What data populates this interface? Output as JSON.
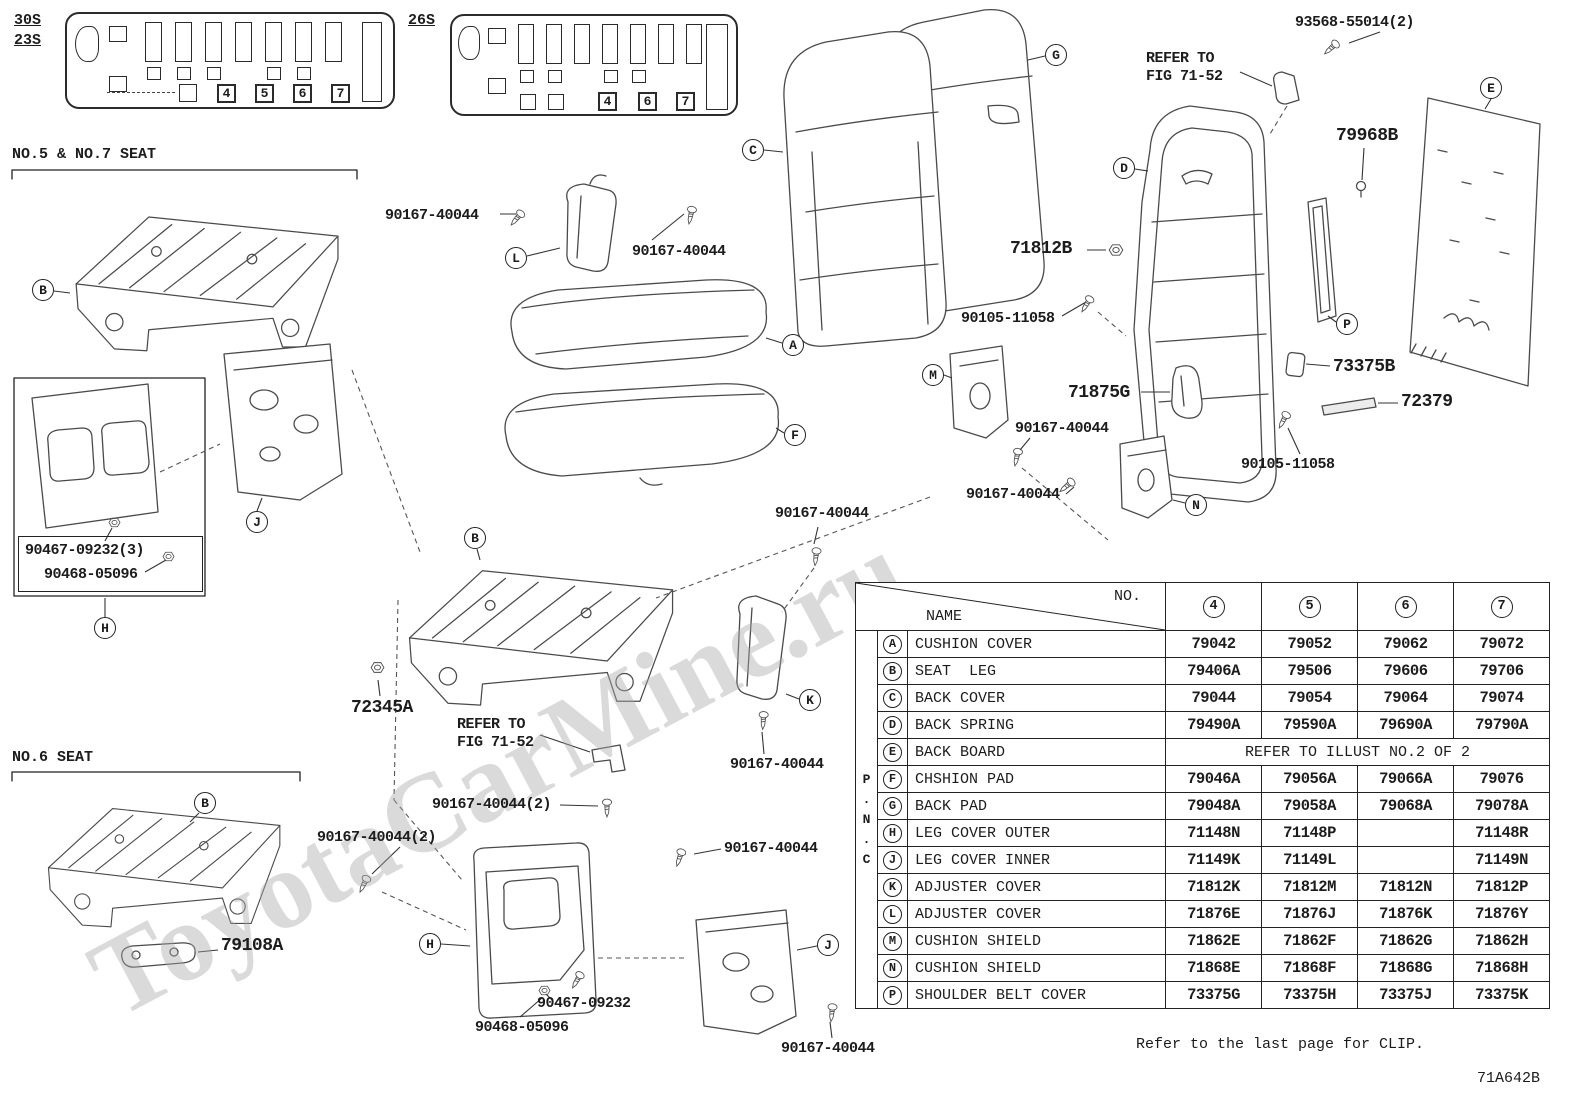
{
  "page": {
    "footer_note": "Refer to the last page for CLIP.",
    "doc_code": "71A642B",
    "watermark": "ToyotaCarMine.ru"
  },
  "seat_maps": {
    "left": {
      "label_line1": "30S",
      "label_line2": "23S",
      "numbered_seats": [
        "4",
        "5",
        "6",
        "7"
      ]
    },
    "right": {
      "label": "26S",
      "numbered_seats": [
        "4",
        "6",
        "7"
      ]
    }
  },
  "sections": {
    "no5_no7_title": "NO.5 & NO.7 SEAT",
    "no6_title": "NO.6 SEAT"
  },
  "callouts": [
    "90167-40044",
    "90167-40044",
    "93568-55014(2)",
    "REFER TO\nFIG 71-52",
    "79968B",
    "71812B",
    "90105-11058",
    "71875G",
    "73375B",
    "72379",
    "90167-40044",
    "90167-40044",
    "90105-11058",
    "90167-40044",
    "90467-09232(3)",
    "90468-05096",
    "72345A",
    "REFER TO\nFIG 71-52",
    "90167-40044",
    "90167-40044(2)",
    "90167-40044(2)",
    "90167-40044",
    "79108A",
    "90467-09232",
    "90468-05096",
    "90167-40044"
  ],
  "balloons": [
    "G",
    "C",
    "E",
    "D",
    "B",
    "L",
    "A",
    "F",
    "M",
    "P",
    "J",
    "H",
    "B",
    "K",
    "N",
    "B",
    "H",
    "J"
  ],
  "table": {
    "name_header": "NAME",
    "no_header": "NO.",
    "pnc_letters": [
      "P",
      ".",
      "N",
      ".",
      "C"
    ],
    "columns": [
      "4",
      "5",
      "6",
      "7"
    ],
    "rows": [
      {
        "letter": "A",
        "name": "CUSHION COVER",
        "values": [
          "79042",
          "79052",
          "79062",
          "79072"
        ]
      },
      {
        "letter": "B",
        "name": "SEAT  LEG",
        "values": [
          "79406A",
          "79506",
          "79606",
          "79706"
        ]
      },
      {
        "letter": "C",
        "name": "BACK COVER",
        "values": [
          "79044",
          "79054",
          "79064",
          "79074"
        ]
      },
      {
        "letter": "D",
        "name": "BACK SPRING",
        "values": [
          "79490A",
          "79590A",
          "79690A",
          "79790A"
        ]
      },
      {
        "letter": "E",
        "name": "BACK BOARD",
        "span_text": "REFER TO ILLUST NO.2 OF 2"
      },
      {
        "letter": "F",
        "name": "CHSHION PAD",
        "values": [
          "79046A",
          "79056A",
          "79066A",
          "79076"
        ]
      },
      {
        "letter": "G",
        "name": "BACK PAD",
        "values": [
          "79048A",
          "79058A",
          "79068A",
          "79078A"
        ]
      },
      {
        "letter": "H",
        "name": "LEG COVER OUTER",
        "values": [
          "71148N",
          "71148P",
          "",
          "71148R"
        ]
      },
      {
        "letter": "J",
        "name": "LEG COVER INNER",
        "values": [
          "71149K",
          "71149L",
          "",
          "71149N"
        ]
      },
      {
        "letter": "K",
        "name": "ADJUSTER COVER",
        "values": [
          "71812K",
          "71812M",
          "71812N",
          "71812P"
        ]
      },
      {
        "letter": "L",
        "name": "ADJUSTER COVER",
        "values": [
          "71876E",
          "71876J",
          "71876K",
          "71876Y"
        ]
      },
      {
        "letter": "M",
        "name": "CUSHION SHIELD",
        "values": [
          "71862E",
          "71862F",
          "71862G",
          "71862H"
        ]
      },
      {
        "letter": "N",
        "name": "CUSHION SHIELD",
        "values": [
          "71868E",
          "71868F",
          "71868G",
          "71868H"
        ]
      },
      {
        "letter": "P",
        "name": "SHOULDER BELT COVER",
        "values": [
          "73375G",
          "73375H",
          "73375J",
          "73375K"
        ]
      }
    ]
  }
}
